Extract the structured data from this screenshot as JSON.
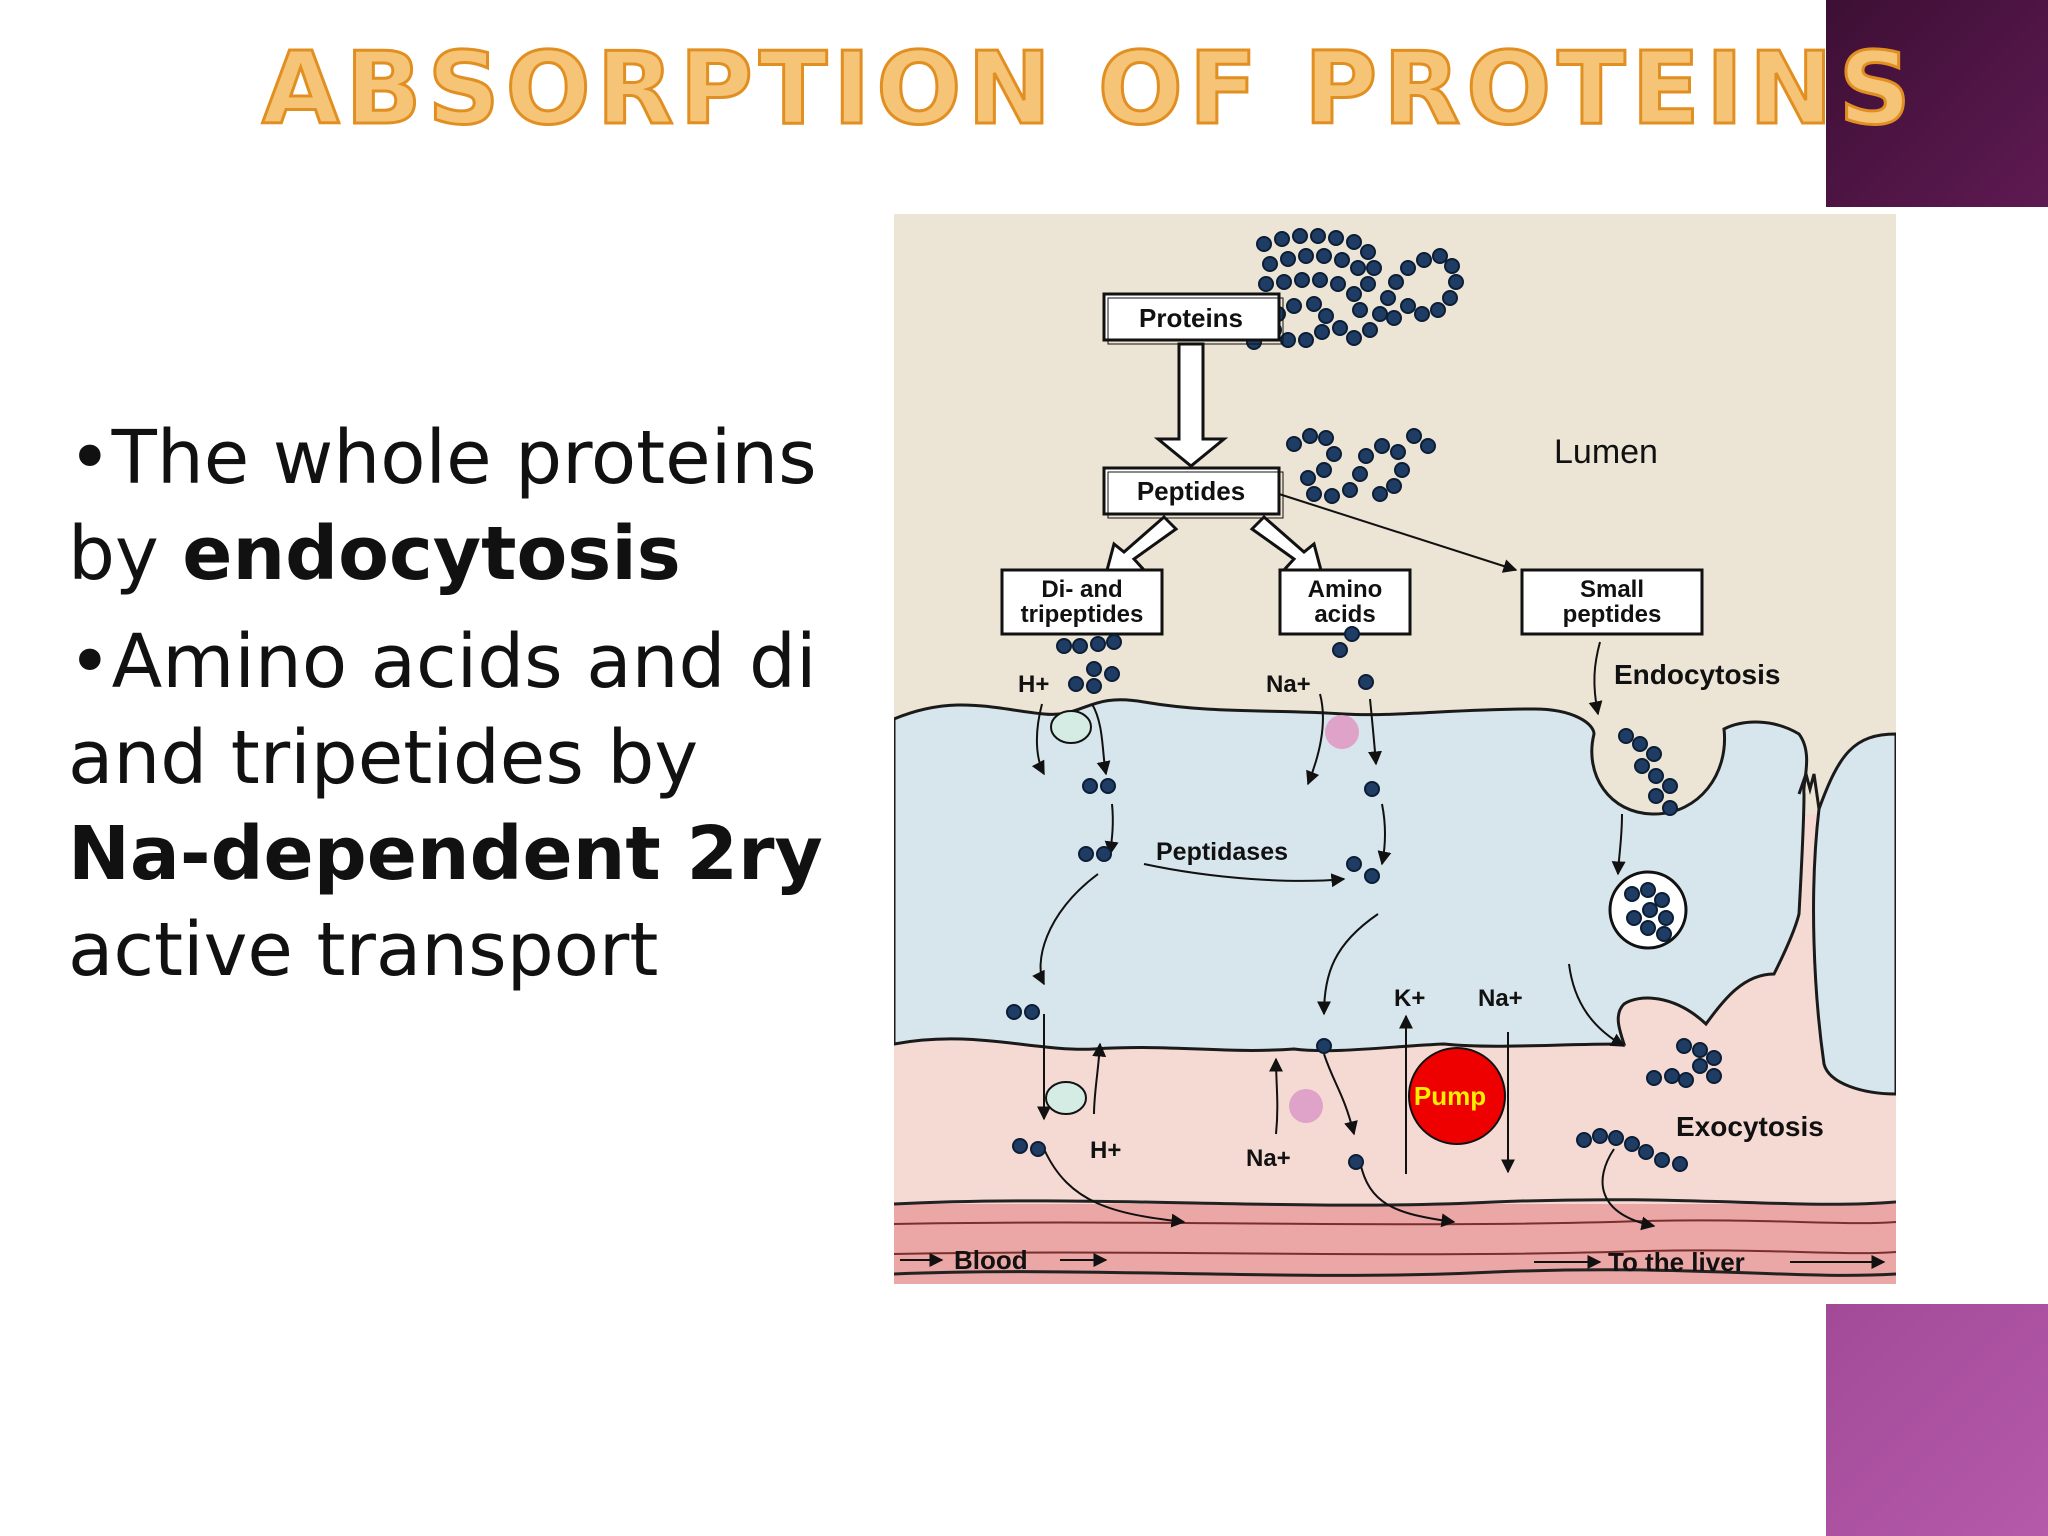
{
  "slide": {
    "title": "ABSORPTION OF PROTEINS",
    "bullets": [
      {
        "marker": "•",
        "before": "The whole proteins by ",
        "bold": "endocytosis",
        "after": ""
      },
      {
        "marker": "•",
        "before": "Amino acids and di and tripetides by ",
        "bold": "Na-dependent 2ry",
        "after": " active transport"
      }
    ]
  },
  "figure": {
    "labels": {
      "proteins": "Proteins",
      "peptides": "Peptides",
      "lumen": "Lumen",
      "di_tri_line1": "Di- and",
      "di_tri_line2": "tripeptides",
      "amino_line1": "Amino",
      "amino_line2": "acids",
      "small_line1": "Small",
      "small_line2": "peptides",
      "endocytosis": "Endocytosis",
      "exocytosis": "Exocytosis",
      "peptidases": "Peptidases",
      "h_plus_top": "H+",
      "h_plus_bottom": "H+",
      "na_plus_top": "Na+",
      "na_plus_bottom": "Na+",
      "k_plus": "K+",
      "na_plus_pump": "Na+",
      "pump": "Pump",
      "blood": "Blood",
      "to_the_liver": "To the liver"
    },
    "colors": {
      "lumen_bg": "#ece4d4",
      "cell": "#d7e5ec",
      "tissue": "#f5dad4",
      "blood": "#eaa7a5",
      "pump": "#ee0000",
      "pump_text": "#ffee00",
      "bead": "#1f3d64",
      "na_channel": "#dfa2c8",
      "h_channel": "#d4ece4"
    }
  }
}
